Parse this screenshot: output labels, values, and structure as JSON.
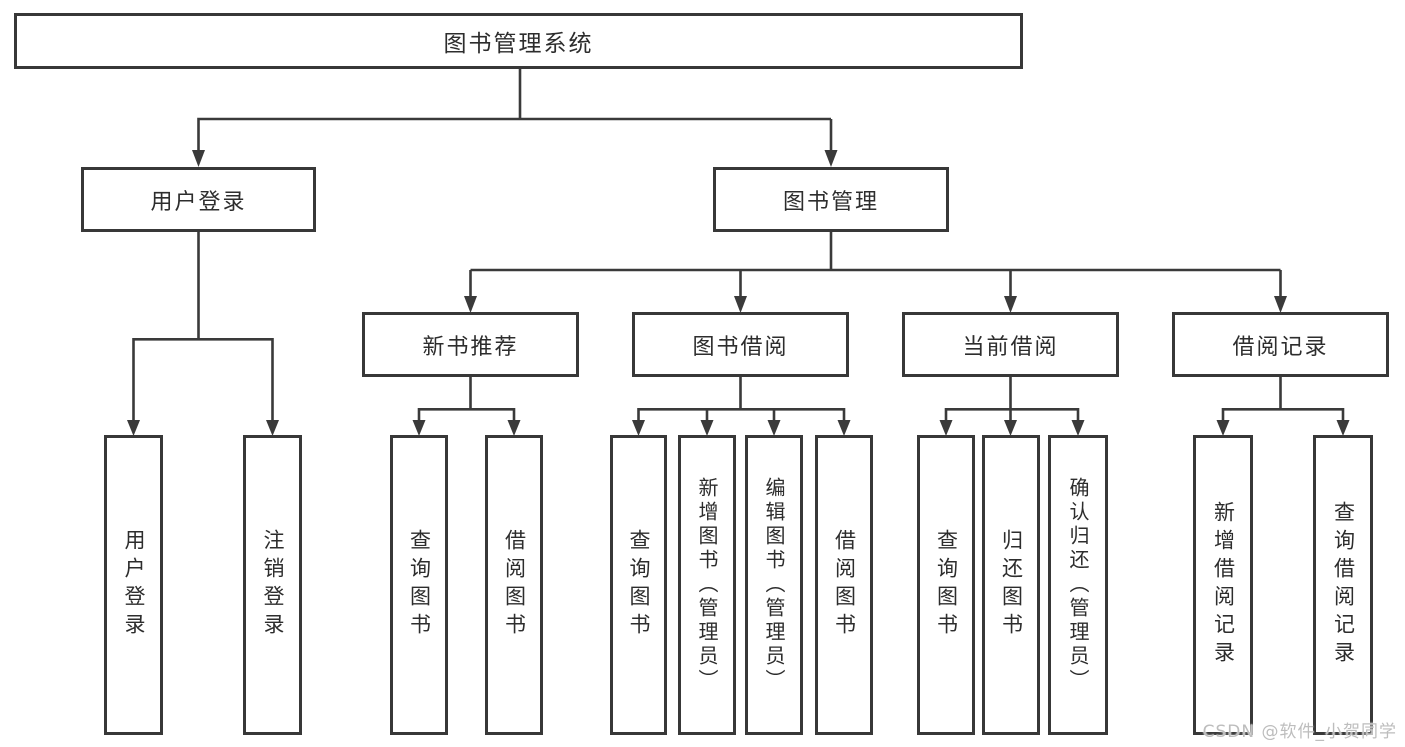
{
  "diagram": {
    "type": "tree",
    "title": "图书管理系统",
    "nodes": {
      "root": "图书管理系统",
      "user_login": "用户登录",
      "book_mgmt": "图书管理",
      "user_login_leaf": "用户登录",
      "logout_leaf": "注销登录",
      "new_book_rec": "新书推荐",
      "book_borrow": "图书借阅",
      "current_borrow": "当前借阅",
      "borrow_record": "借阅记录",
      "rec_query_book": "查询图书",
      "rec_borrow_book": "借阅图书",
      "bb_query_book": "查询图书",
      "bb_add_book": "新增图书（管理员）",
      "bb_edit_book": "编辑图书（管理员）",
      "bb_borrow_book": "借阅图书",
      "cb_query_book": "查询图书",
      "cb_return_book": "归还图书",
      "cb_confirm_return": "确认归还（管理员）",
      "br_add_record": "新增借阅记录",
      "br_query_record": "查询借阅记录"
    },
    "edges": [
      [
        "root",
        "user_login"
      ],
      [
        "root",
        "book_mgmt"
      ],
      [
        "user_login",
        "user_login_leaf"
      ],
      [
        "user_login",
        "logout_leaf"
      ],
      [
        "book_mgmt",
        "new_book_rec"
      ],
      [
        "book_mgmt",
        "book_borrow"
      ],
      [
        "book_mgmt",
        "current_borrow"
      ],
      [
        "book_mgmt",
        "borrow_record"
      ],
      [
        "new_book_rec",
        "rec_query_book"
      ],
      [
        "new_book_rec",
        "rec_borrow_book"
      ],
      [
        "book_borrow",
        "bb_query_book"
      ],
      [
        "book_borrow",
        "bb_add_book"
      ],
      [
        "book_borrow",
        "bb_edit_book"
      ],
      [
        "book_borrow",
        "bb_borrow_book"
      ],
      [
        "current_borrow",
        "cb_query_book"
      ],
      [
        "current_borrow",
        "cb_return_book"
      ],
      [
        "current_borrow",
        "cb_confirm_return"
      ],
      [
        "borrow_record",
        "br_add_record"
      ],
      [
        "borrow_record",
        "br_query_record"
      ]
    ],
    "watermark": "CSDN @软件_小贺同学",
    "colors": {
      "line": "#3a3a3a",
      "box_border": "#383838",
      "text": "#2d2d2d",
      "background": "#ffffff",
      "watermark": "#bdbdbd"
    }
  }
}
